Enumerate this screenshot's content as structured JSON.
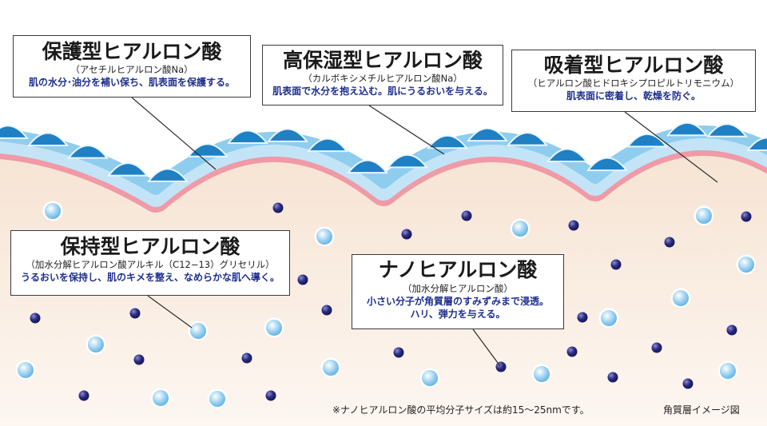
{
  "colors": {
    "background": "#ffffff",
    "skin_top": "#f6e3d2",
    "skin_bottom": "#fdf7f2",
    "pink_band": "#ef9aa6",
    "light_blue_band": "#c3e4f7",
    "mid_blue_band": "#8fcdee",
    "dome": "#1f80c4",
    "molecule_dark": "#2a2a7e",
    "molecule_light": "#9fd3f2",
    "highlight_text": "#1e2f8f"
  },
  "callouts": [
    {
      "title": "保護型ヒアルロン酸",
      "subtitle": "（アセチルヒアルロン酸Na）",
      "desc": [
        "肌の水分･油分を補い保ち、肌表面を保護する。"
      ]
    },
    {
      "title": "高保湿型ヒアルロン酸",
      "subtitle": "（カルボキシメチルヒアルロン酸Na）",
      "desc": [
        "肌表面で水分を抱え込む。肌にうるおいを与える。"
      ]
    },
    {
      "title": "吸着型ヒアルロン酸",
      "subtitle": "（ヒアルロン酸ヒドロキシプロピルトリモニウム）",
      "desc": [
        "肌表面に密着し、乾燥を防ぐ。"
      ]
    },
    {
      "title": "保持型ヒアルロン酸",
      "subtitle": "（加水分解ヒアルロン酸アルキル（C12−13）グリセリル）",
      "desc": [
        "うるおいを保持し、肌のキメを整え、なめらかな肌へ導く。"
      ]
    },
    {
      "title": "ナノヒアルロン酸",
      "subtitle": "（加水分解ヒアルロン酸）",
      "desc": [
        "小さい分子が角質層のすみずみまで浸透。",
        "ハリ、弾力を与える。"
      ]
    }
  ],
  "footnote": "※ナノヒアルロン酸の平均分子サイズは約15〜25nmです。",
  "caption": "角質層イメージ図"
}
